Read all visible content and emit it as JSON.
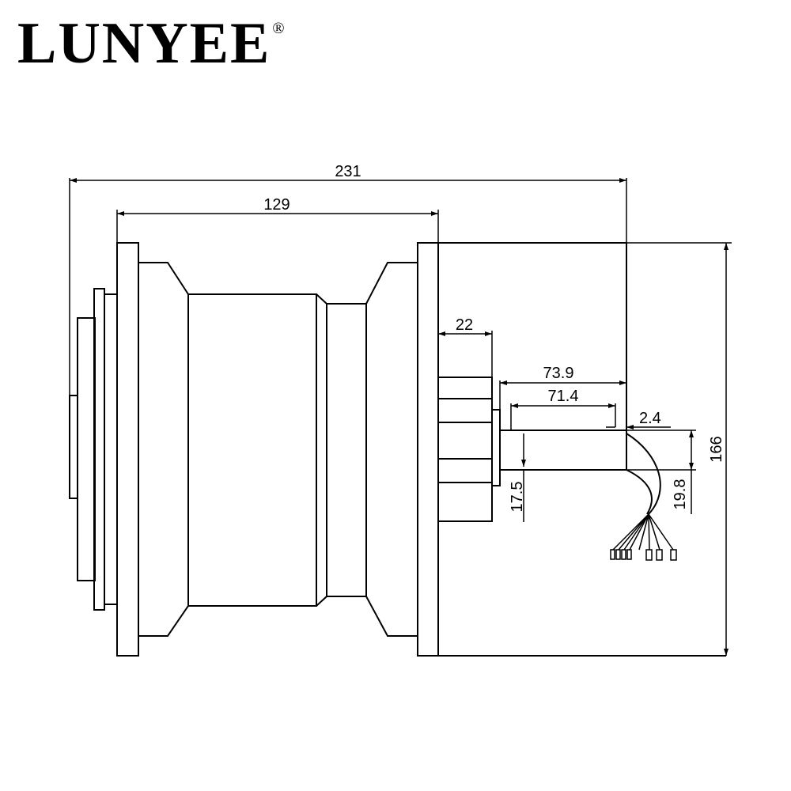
{
  "brand": {
    "name": "LUNYEE",
    "mark": "®"
  },
  "colors": {
    "line": "#000000",
    "background": "#ffffff"
  },
  "dimensions": {
    "overall_length": "231",
    "body_length": "129",
    "shaft_block": "22",
    "connector_outer": "73.9",
    "connector_inner": "71.4",
    "offset": "2.4",
    "height": "166",
    "cable_height": "19.8",
    "shaft_dia": "17.5"
  }
}
